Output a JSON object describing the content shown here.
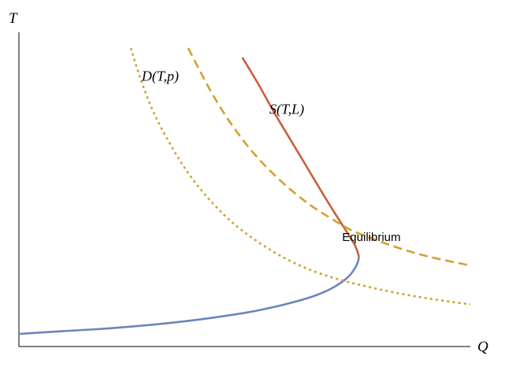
{
  "chart_data": {
    "type": "line",
    "title": "",
    "xlabel": "Q",
    "ylabel": "T",
    "xlim": [
      0,
      100
    ],
    "ylim": [
      0,
      100
    ],
    "ticks": false,
    "grid": false,
    "legend": "none",
    "series": [
      {
        "key": "supply-lower",
        "color": "#6b85bd",
        "style": "solid",
        "points": [
          [
            0,
            4.0
          ],
          [
            10,
            4.9
          ],
          [
            20,
            5.8
          ],
          [
            30,
            7.0
          ],
          [
            40,
            8.6
          ],
          [
            50,
            10.7
          ],
          [
            55,
            12.1
          ],
          [
            60,
            13.8
          ],
          [
            65,
            15.9
          ],
          [
            68,
            17.6
          ],
          [
            70,
            19.1
          ],
          [
            72,
            21.0
          ],
          [
            73.5,
            23.0
          ],
          [
            74.5,
            25.1
          ],
          [
            75.1,
            27.0
          ],
          [
            75.3,
            28.4
          ]
        ]
      },
      {
        "key": "supply-upper",
        "color": "#c9603a",
        "style": "solid",
        "points": [
          [
            75.3,
            28.4
          ],
          [
            75.1,
            29.8
          ],
          [
            74.3,
            32.6
          ],
          [
            72.5,
            36.8
          ],
          [
            70.0,
            42.4
          ],
          [
            67.0,
            49.4
          ],
          [
            63.5,
            57.8
          ],
          [
            60.0,
            66.2
          ],
          [
            56.5,
            74.6
          ],
          [
            53.0,
            83.6
          ],
          [
            49.5,
            92.0
          ]
        ]
      },
      {
        "key": "demand-dashed",
        "color": "#d1a230",
        "style": "dashed",
        "points": [
          [
            37.5,
            95.0
          ],
          [
            40,
            88.0
          ],
          [
            43,
            80.0
          ],
          [
            47,
            70.9
          ],
          [
            52,
            61.5
          ],
          [
            58,
            52.7
          ],
          [
            64,
            45.6
          ],
          [
            70,
            40.0
          ],
          [
            74,
            36.8
          ],
          [
            80,
            33.4
          ],
          [
            86,
            30.5
          ],
          [
            92,
            28.2
          ],
          [
            100,
            25.8
          ]
        ]
      },
      {
        "key": "demand-dotted",
        "color": "#d1a230",
        "style": "dotted",
        "points": [
          [
            24.8,
            95.0
          ],
          [
            27,
            85.0
          ],
          [
            30,
            74.0
          ],
          [
            34,
            63.2
          ],
          [
            38,
            54.2
          ],
          [
            43,
            45.5
          ],
          [
            48,
            38.6
          ],
          [
            54,
            32.3
          ],
          [
            60,
            27.3
          ],
          [
            66,
            23.6
          ],
          [
            72,
            20.9
          ],
          [
            78,
            18.8
          ],
          [
            85,
            16.7
          ],
          [
            92,
            15.0
          ],
          [
            100,
            13.4
          ]
        ]
      }
    ],
    "annotations": [
      {
        "key": "supply",
        "text": "S(T,L)",
        "x": 55.5,
        "y": 74.0
      },
      {
        "key": "demand",
        "text": "D(T,p)",
        "x": 27.2,
        "y": 84.6
      },
      {
        "key": "equilibrium",
        "text": "Equilibrium",
        "x": 71.6,
        "y": 33.6
      }
    ]
  }
}
